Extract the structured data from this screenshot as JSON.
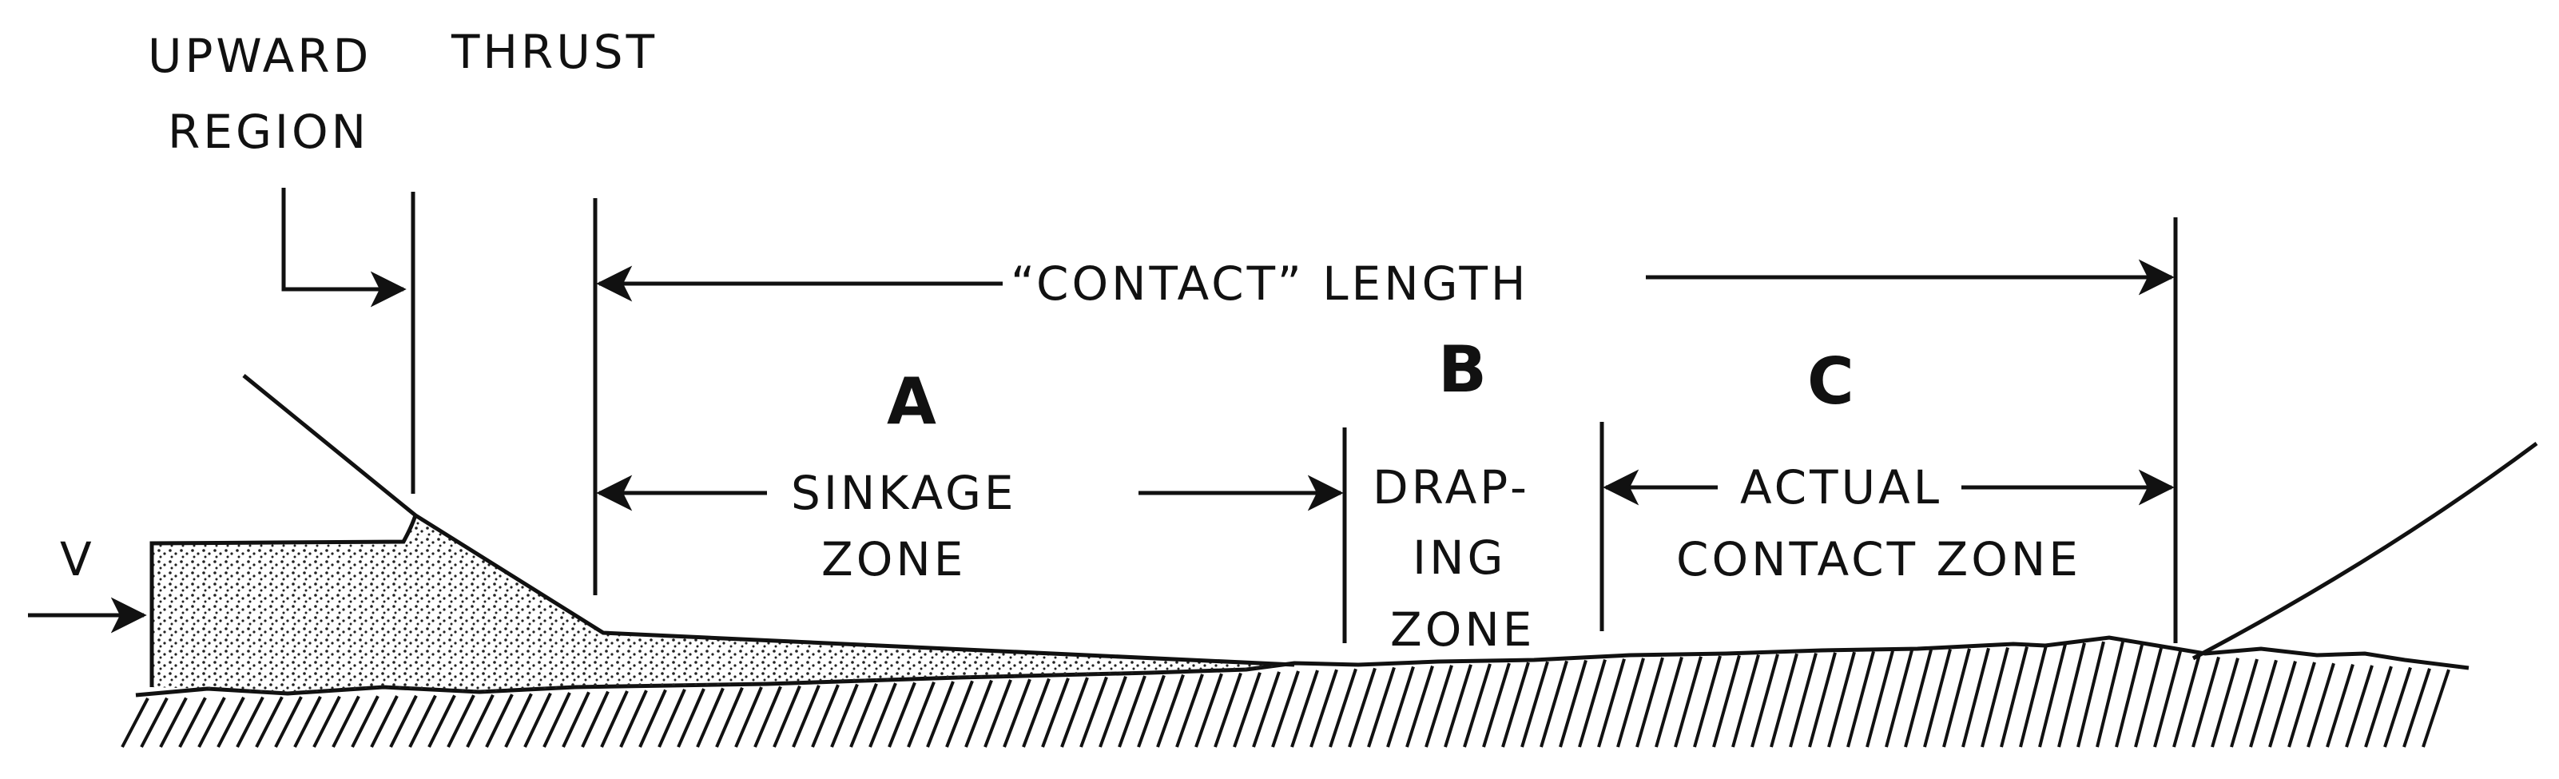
{
  "labels": {
    "upward_line1": "UPWARD",
    "upward_line2": "REGION",
    "thrust": "THRUST",
    "contact_length": "“CONTACT”  LENGTH",
    "zone_a_letter": "A",
    "zone_a_line1": "SINKAGE",
    "zone_a_line2": "ZONE",
    "zone_b_letter": "B",
    "zone_b_line1": "DRAP-",
    "zone_b_line2": "ING",
    "zone_b_line3": "ZONE",
    "zone_c_letter": "C",
    "zone_c_line1": "ACTUAL",
    "zone_c_line2": "CONTACT  ZONE",
    "velocity": "V"
  },
  "colors": {
    "ink": "#111111",
    "paper": "#ffffff"
  }
}
